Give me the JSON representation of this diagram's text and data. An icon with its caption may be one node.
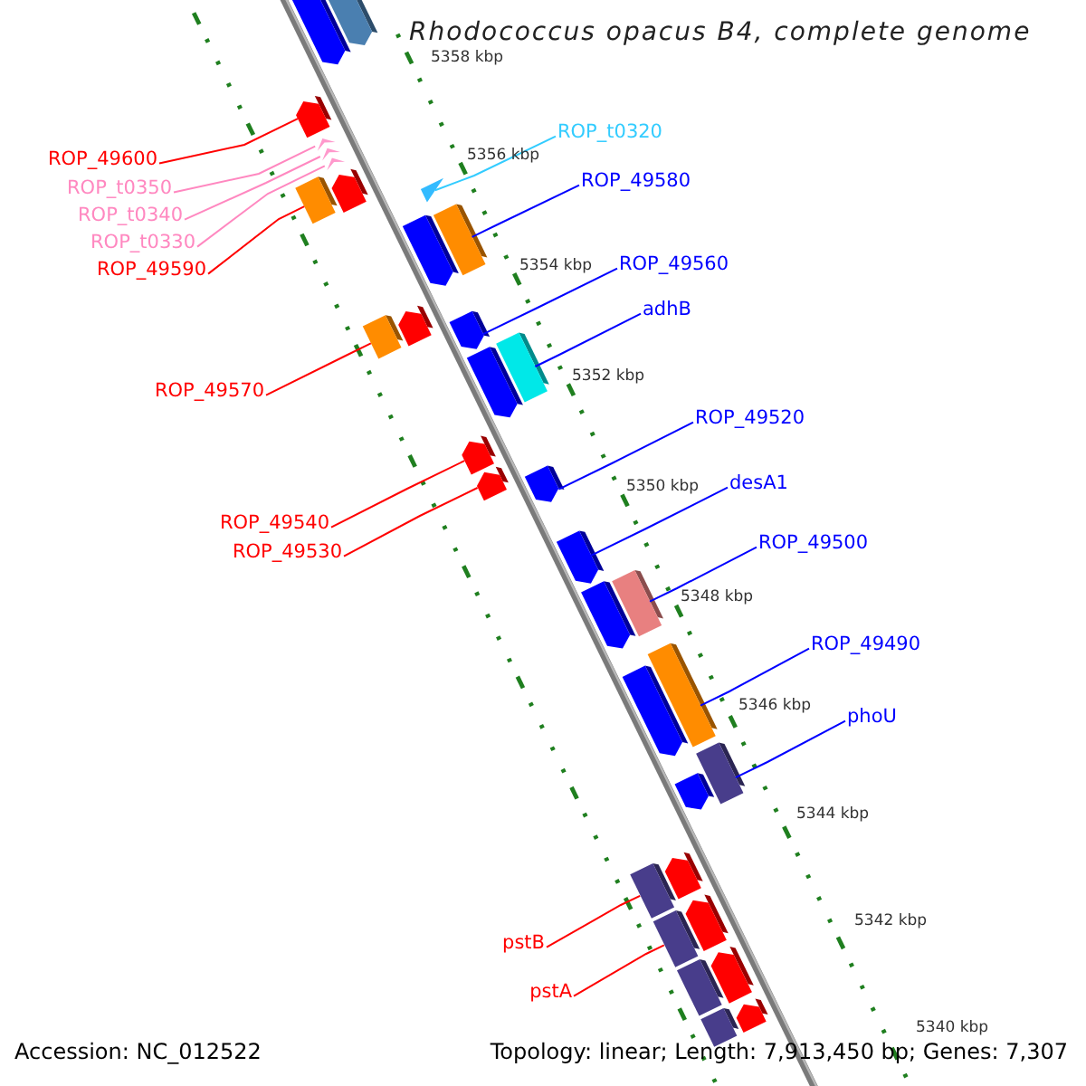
{
  "diagram": {
    "title": "Rhodococcus opacus B4, complete genome",
    "nodes": [
      {
        "text": [
          "ROP_t0320"
        ]
      },
      {
        "text": [
          "ROP_49600"
        ]
      },
      {
        "text": [
          "ROP_49580"
        ]
      },
      {
        "text": [
          "ROP_t0350"
        ]
      },
      {
        "text": [
          "ROP_t0340"
        ]
      },
      {
        "text": [
          "ROP_t0330"
        ]
      },
      {
        "text": [
          "ROP_49560"
        ]
      },
      {
        "text": [
          "ROP_49590"
        ]
      },
      {
        "text": [
          "adhB"
        ]
      },
      {
        "text": [
          "ROP_49570"
        ]
      },
      {
        "text": [
          "ROP_49520"
        ]
      },
      {
        "text": [
          "desA1"
        ]
      },
      {
        "text": [
          "ROP_49540"
        ]
      },
      {
        "text": [
          "ROP_49500"
        ]
      },
      {
        "text": [
          "ROP_49530"
        ]
      },
      {
        "text": [
          "ROP_49490"
        ]
      },
      {
        "text": [
          "phoU"
        ]
      },
      {
        "text": [
          "pstB"
        ]
      },
      {
        "text": [
          "pstA"
        ]
      },
      {
        "text": [],
        "shape": "arrow"
      },
      {
        "text": [],
        "shape": "arrow"
      },
      {
        "text": [],
        "shape": "arrow"
      },
      {
        "text": [],
        "shape": "arrow"
      },
      {
        "text": [],
        "shape": "arrow"
      },
      {
        "text": [],
        "shape": "arrow"
      },
      {
        "text": [],
        "shape": "arrow"
      },
      {
        "text": [],
        "shape": "arrow"
      },
      {
        "text": [],
        "shape": "arrow"
      },
      {
        "text": [],
        "shape": "arrow"
      },
      {
        "text": [],
        "shape": "arrow"
      },
      {
        "text": [],
        "shape": "arrow"
      },
      {
        "text": [],
        "shape": "arrow"
      },
      {
        "text": [],
        "shape": "arrow"
      },
      {
        "text": [],
        "shape": "arrow"
      },
      {
        "text": [],
        "shape": "arrow"
      },
      {
        "text": [],
        "shape": "arrow"
      },
      {
        "text": [],
        "shape": "arrow"
      },
      {
        "text": [],
        "shape": "arrow"
      },
      {
        "text": [],
        "shape": "arrow"
      },
      {
        "text": [],
        "shape": "arrow"
      },
      {
        "text": [],
        "shape": "arrow"
      },
      {
        "text": [],
        "shape": "arrow"
      },
      {
        "text": [],
        "shape": "arrow"
      },
      {
        "text": [],
        "shape": "arrow"
      },
      {
        "text": [],
        "shape": "arrow"
      },
      {
        "text": [],
        "shape": "arrow"
      },
      {
        "text": [],
        "shape": "arrow"
      },
      {
        "text": [],
        "shape": "arrow"
      },
      {
        "text": [],
        "shape": "arrow"
      },
      {
        "text": [],
        "shape": "arrow"
      },
      {
        "text": [],
        "shape": "arrow"
      },
      {
        "text": [],
        "shape": "arrow"
      },
      {
        "text": [],
        "shape": "arrow"
      }
    ],
    "edges": [
      {
        "from": 0,
        "to": 24,
        "arrow": "none",
        "color": "#33ccff"
      },
      {
        "from": 1,
        "to": 19,
        "arrow": "none",
        "color": "#ff0000"
      },
      {
        "from": 2,
        "to": 25,
        "arrow": "none",
        "color": "#0000ff"
      },
      {
        "from": 3,
        "to": 20,
        "arrow": "none",
        "color": "#ff88c0"
      },
      {
        "from": 4,
        "to": 21,
        "arrow": "none",
        "color": "#ff88c0"
      },
      {
        "from": 5,
        "to": 22,
        "arrow": "none",
        "color": "#ff88c0"
      },
      {
        "from": 6,
        "to": 26,
        "arrow": "none",
        "color": "#0000ff"
      },
      {
        "from": 7,
        "to": 23,
        "arrow": "none",
        "color": "#ff0000"
      },
      {
        "from": 8,
        "to": 28,
        "arrow": "none",
        "color": "#0000ff"
      },
      {
        "from": 9,
        "to": 27,
        "arrow": "none",
        "color": "#ff0000"
      },
      {
        "from": 10,
        "to": 31,
        "arrow": "none",
        "color": "#0000ff"
      },
      {
        "from": 11,
        "to": 32,
        "arrow": "none",
        "color": "#0000ff"
      },
      {
        "from": 12,
        "to": 29,
        "arrow": "none",
        "color": "#ff0000"
      },
      {
        "from": 13,
        "to": 33,
        "arrow": "none",
        "color": "#0000ff"
      },
      {
        "from": 14,
        "to": 30,
        "arrow": "none",
        "color": "#ff0000"
      },
      {
        "from": 15,
        "to": 34,
        "arrow": "none",
        "color": "#0000ff"
      },
      {
        "from": 16,
        "to": 35,
        "arrow": "none",
        "color": "#0000ff"
      },
      {
        "from": 17,
        "to": 36,
        "arrow": "none",
        "color": "#ff0000"
      },
      {
        "from": 18,
        "to": 37,
        "arrow": "none",
        "color": "#ff0000"
      }
    ],
    "labels": [
      "5358 kbp",
      "5356 kbp",
      "5354 kbp",
      "5352 kbp",
      "5350 kbp",
      "5348 kbp",
      "5346 kbp",
      "5344 kbp",
      "5342 kbp",
      "5340 kbp",
      "Accession: NC_012522",
      "Topology: linear; Length: 7,913,450 bp; Genes: 7,307"
    ]
  }
}
